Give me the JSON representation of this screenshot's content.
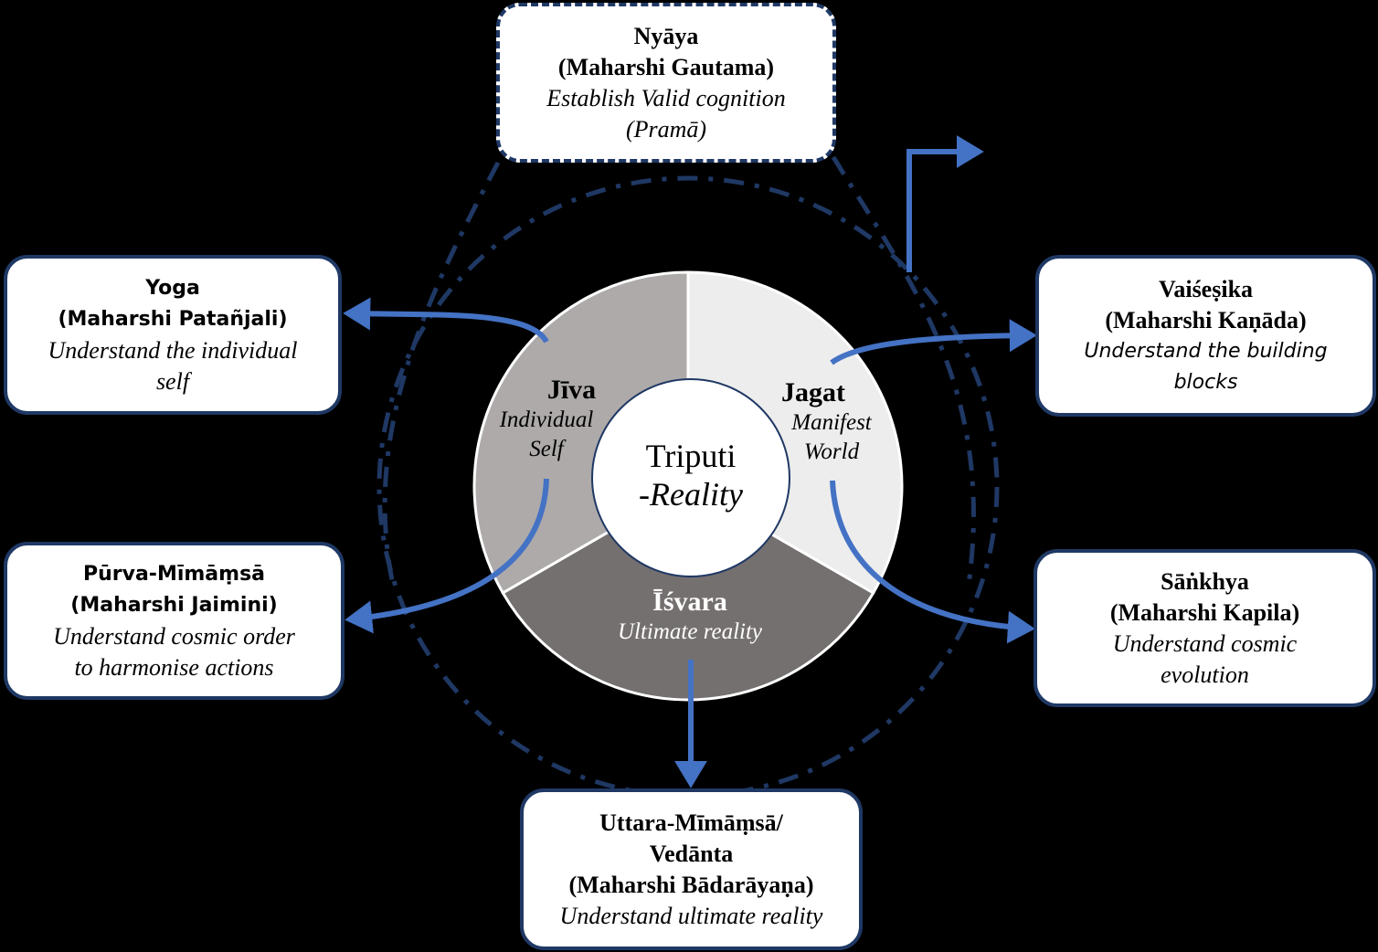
{
  "colors": {
    "background": "#000000",
    "box_border": "#1f3864",
    "arrow": "#4472c4",
    "ring_dash": "#1f3864",
    "jiva_fill": "#aeaaaa",
    "jagat_fill": "#ededed",
    "isvara_fill": "#757070",
    "center_fill": "#ffffff"
  },
  "center": {
    "title": "Triputi",
    "subtitle": "-Reality"
  },
  "segments": [
    {
      "id": "jiva",
      "title": "Jīva",
      "subtitle_lines": [
        "Individual",
        "Self"
      ]
    },
    {
      "id": "jagat",
      "title": "Jagat",
      "subtitle_lines": [
        "Manifest",
        "World"
      ]
    },
    {
      "id": "isvara",
      "title": "Īśvara",
      "subtitle_lines": [
        "Ultimate reality"
      ]
    }
  ],
  "schools": [
    {
      "id": "nyaya",
      "name": "Nyāya",
      "sage": "(Maharshi Gautama)",
      "purpose_lines": [
        "Establish Valid cognition",
        "(Pramā)"
      ]
    },
    {
      "id": "yoga",
      "name": "Yoga",
      "sage": "(Maharshi Patañjali)",
      "purpose_lines": [
        "Understand the individual",
        "self"
      ]
    },
    {
      "id": "purva-mimamsa",
      "name": "Pūrva-Mīmāṃsā",
      "sage": "(Maharshi Jaimini)",
      "purpose_lines": [
        "Understand cosmic order",
        "to harmonise actions"
      ]
    },
    {
      "id": "vaisesika",
      "name": "Vaiśeṣika",
      "sage": "(Maharshi Kaṇāda)",
      "purpose_lines": [
        "Understand the building",
        "blocks"
      ]
    },
    {
      "id": "sankhya",
      "name": "Sāṅkhya",
      "sage": "(Maharshi Kapila)",
      "purpose_lines": [
        "Understand cosmic",
        "evolution"
      ]
    },
    {
      "id": "vedanta",
      "name_lines": [
        "Uttara-Mīmāṃsā/",
        "Vedānta"
      ],
      "sage": "(Maharshi Bādarāyaṇa)",
      "purpose_lines": [
        "Understand ultimate reality"
      ]
    }
  ],
  "connections": [
    {
      "from": "jiva",
      "to": "yoga"
    },
    {
      "from": "jiva",
      "to": "purva-mimamsa"
    },
    {
      "from": "jagat",
      "to": "vaisesika"
    },
    {
      "from": "jagat",
      "to": "sankhya"
    },
    {
      "from": "isvara",
      "to": "vedanta"
    },
    {
      "from": "nyaya",
      "to": "all (encircling ring)"
    }
  ]
}
